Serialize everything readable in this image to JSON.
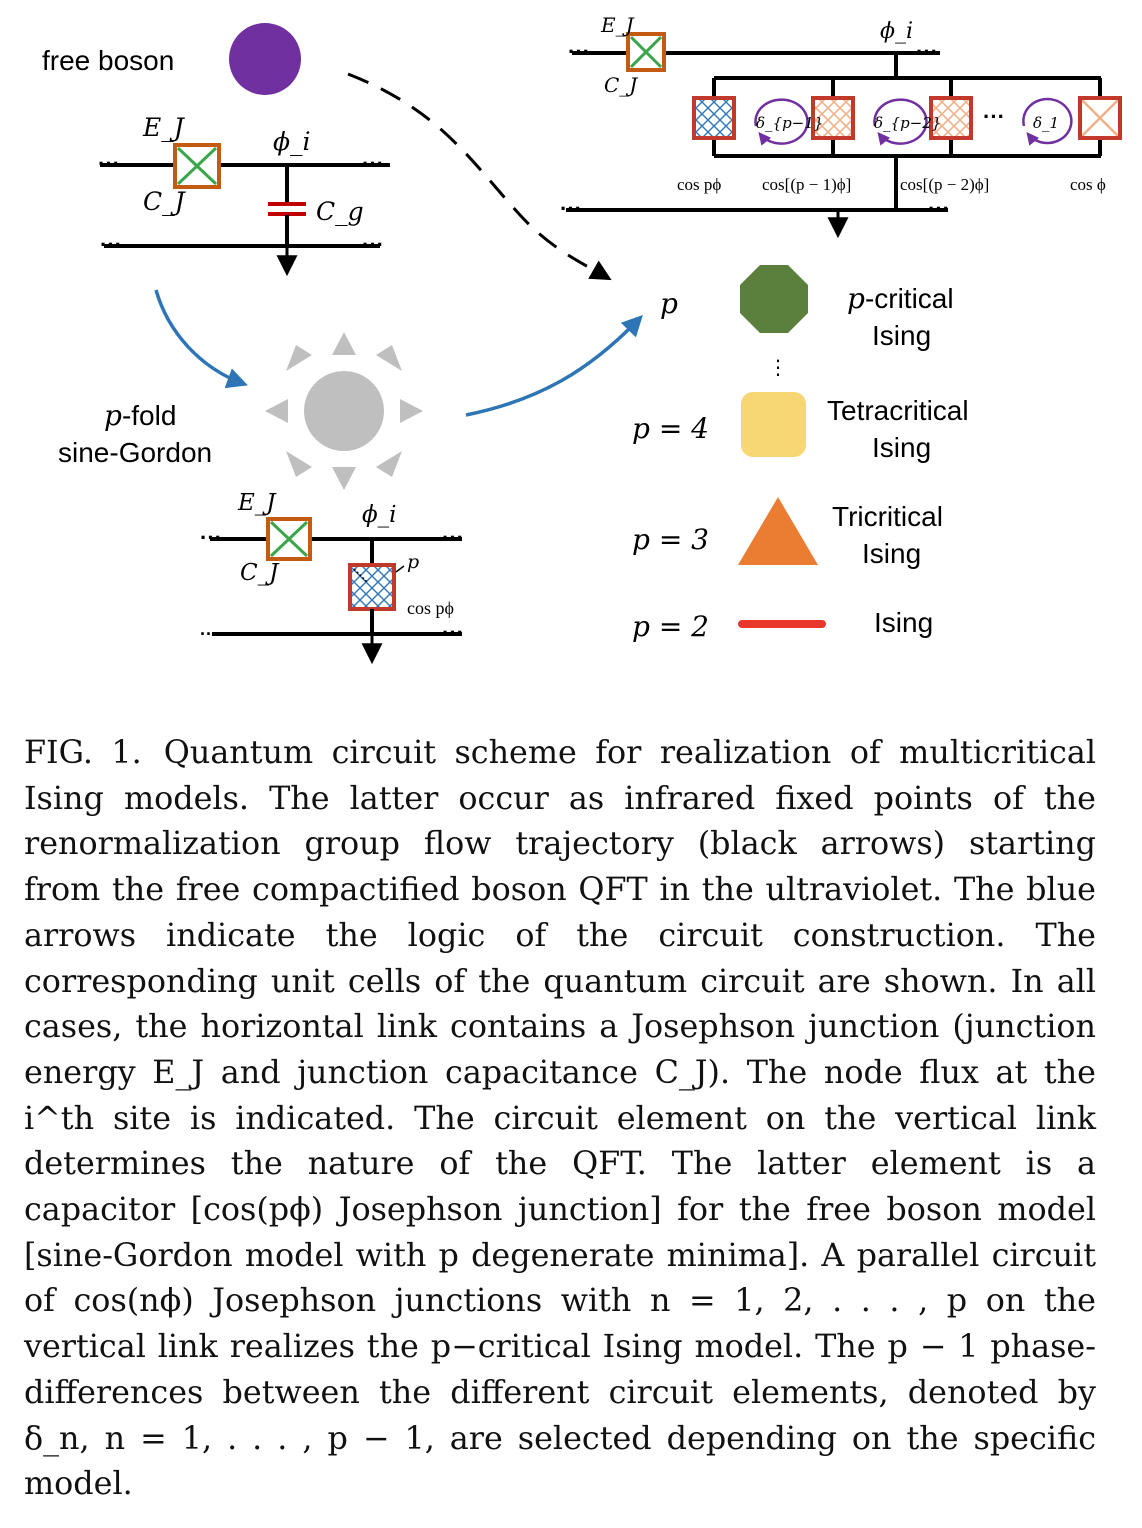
{
  "figure": {
    "free_boson_label": "free boson",
    "sine_gordon_label_line1": "p-fold",
    "sine_gordon_label_line2": "sine-Gordon",
    "ej": "E_J",
    "cj": "C_J",
    "cg": "C_g",
    "phi_i": "ϕ_i",
    "p_symbol": "p",
    "cos_p_phi": "cos pϕ",
    "top_circuit": {
      "cos_labels": [
        "cos pϕ",
        "cos[(p − 1)ϕ]",
        "cos[(p − 2)ϕ]",
        "cos ϕ"
      ],
      "delta_labels": [
        "δ_{p−1}",
        "δ_{p−2}",
        "δ_1"
      ],
      "ellipsis": "···"
    },
    "legend": {
      "p_label": "p",
      "items": [
        {
          "p": "",
          "name_line1": "p-critical",
          "name_line2": "Ising",
          "shape": "octagon-icon",
          "color": "#5b7f3c"
        },
        {
          "p": "p = 4",
          "name_line1": "Tetracritical",
          "name_line2": "Ising",
          "shape": "rounded-square-icon",
          "color": "#f7d774"
        },
        {
          "p": "p = 3",
          "name_line1": "Tricritical",
          "name_line2": "Ising",
          "shape": "triangle-icon",
          "color": "#ea7d32"
        },
        {
          "p": "p = 2",
          "name_line1": "Ising",
          "name_line2": "",
          "shape": "line-icon",
          "color": "#e8382b"
        }
      ],
      "vdots": "⋮"
    },
    "colors": {
      "purple": "#7030a0",
      "blue_arrow": "#2e75b6",
      "sun_gray": "#bfbfbf",
      "junction_frame_orange": "#c55a11",
      "junction_cross_green": "#3aa64a",
      "junction_frame_red": "#c0392b",
      "junction_cross_blue": "#2e75b6",
      "capacitor_red": "#c00000"
    }
  },
  "caption": {
    "label": "FIG. 1.",
    "text": "Quantum circuit scheme for realization of multicritical Ising models. The latter occur as infrared fixed points of the renormalization group flow trajectory (black arrows) starting from the free compactified boson QFT in the ultraviolet. The blue arrows indicate the logic of the circuit construction. The corresponding unit cells of the quantum circuit are shown. In all cases, the horizontal link contains a Josephson junction (junction energy E_J and junction capacitance C_J). The node flux at the i^th site is indicated. The circuit element on the vertical link determines the nature of the QFT. The latter element is a capacitor [cos(pϕ) Josephson junction] for the free boson model [sine-Gordon model with p degenerate minima]. A parallel circuit of cos(nϕ) Josephson junctions with n = 1, 2, . . . , p on the vertical link realizes the p−critical Ising model. The p − 1 phase-differences between the different circuit elements, denoted by δ_n, n = 1, . . . , p − 1, are selected depending on the specific model."
  }
}
